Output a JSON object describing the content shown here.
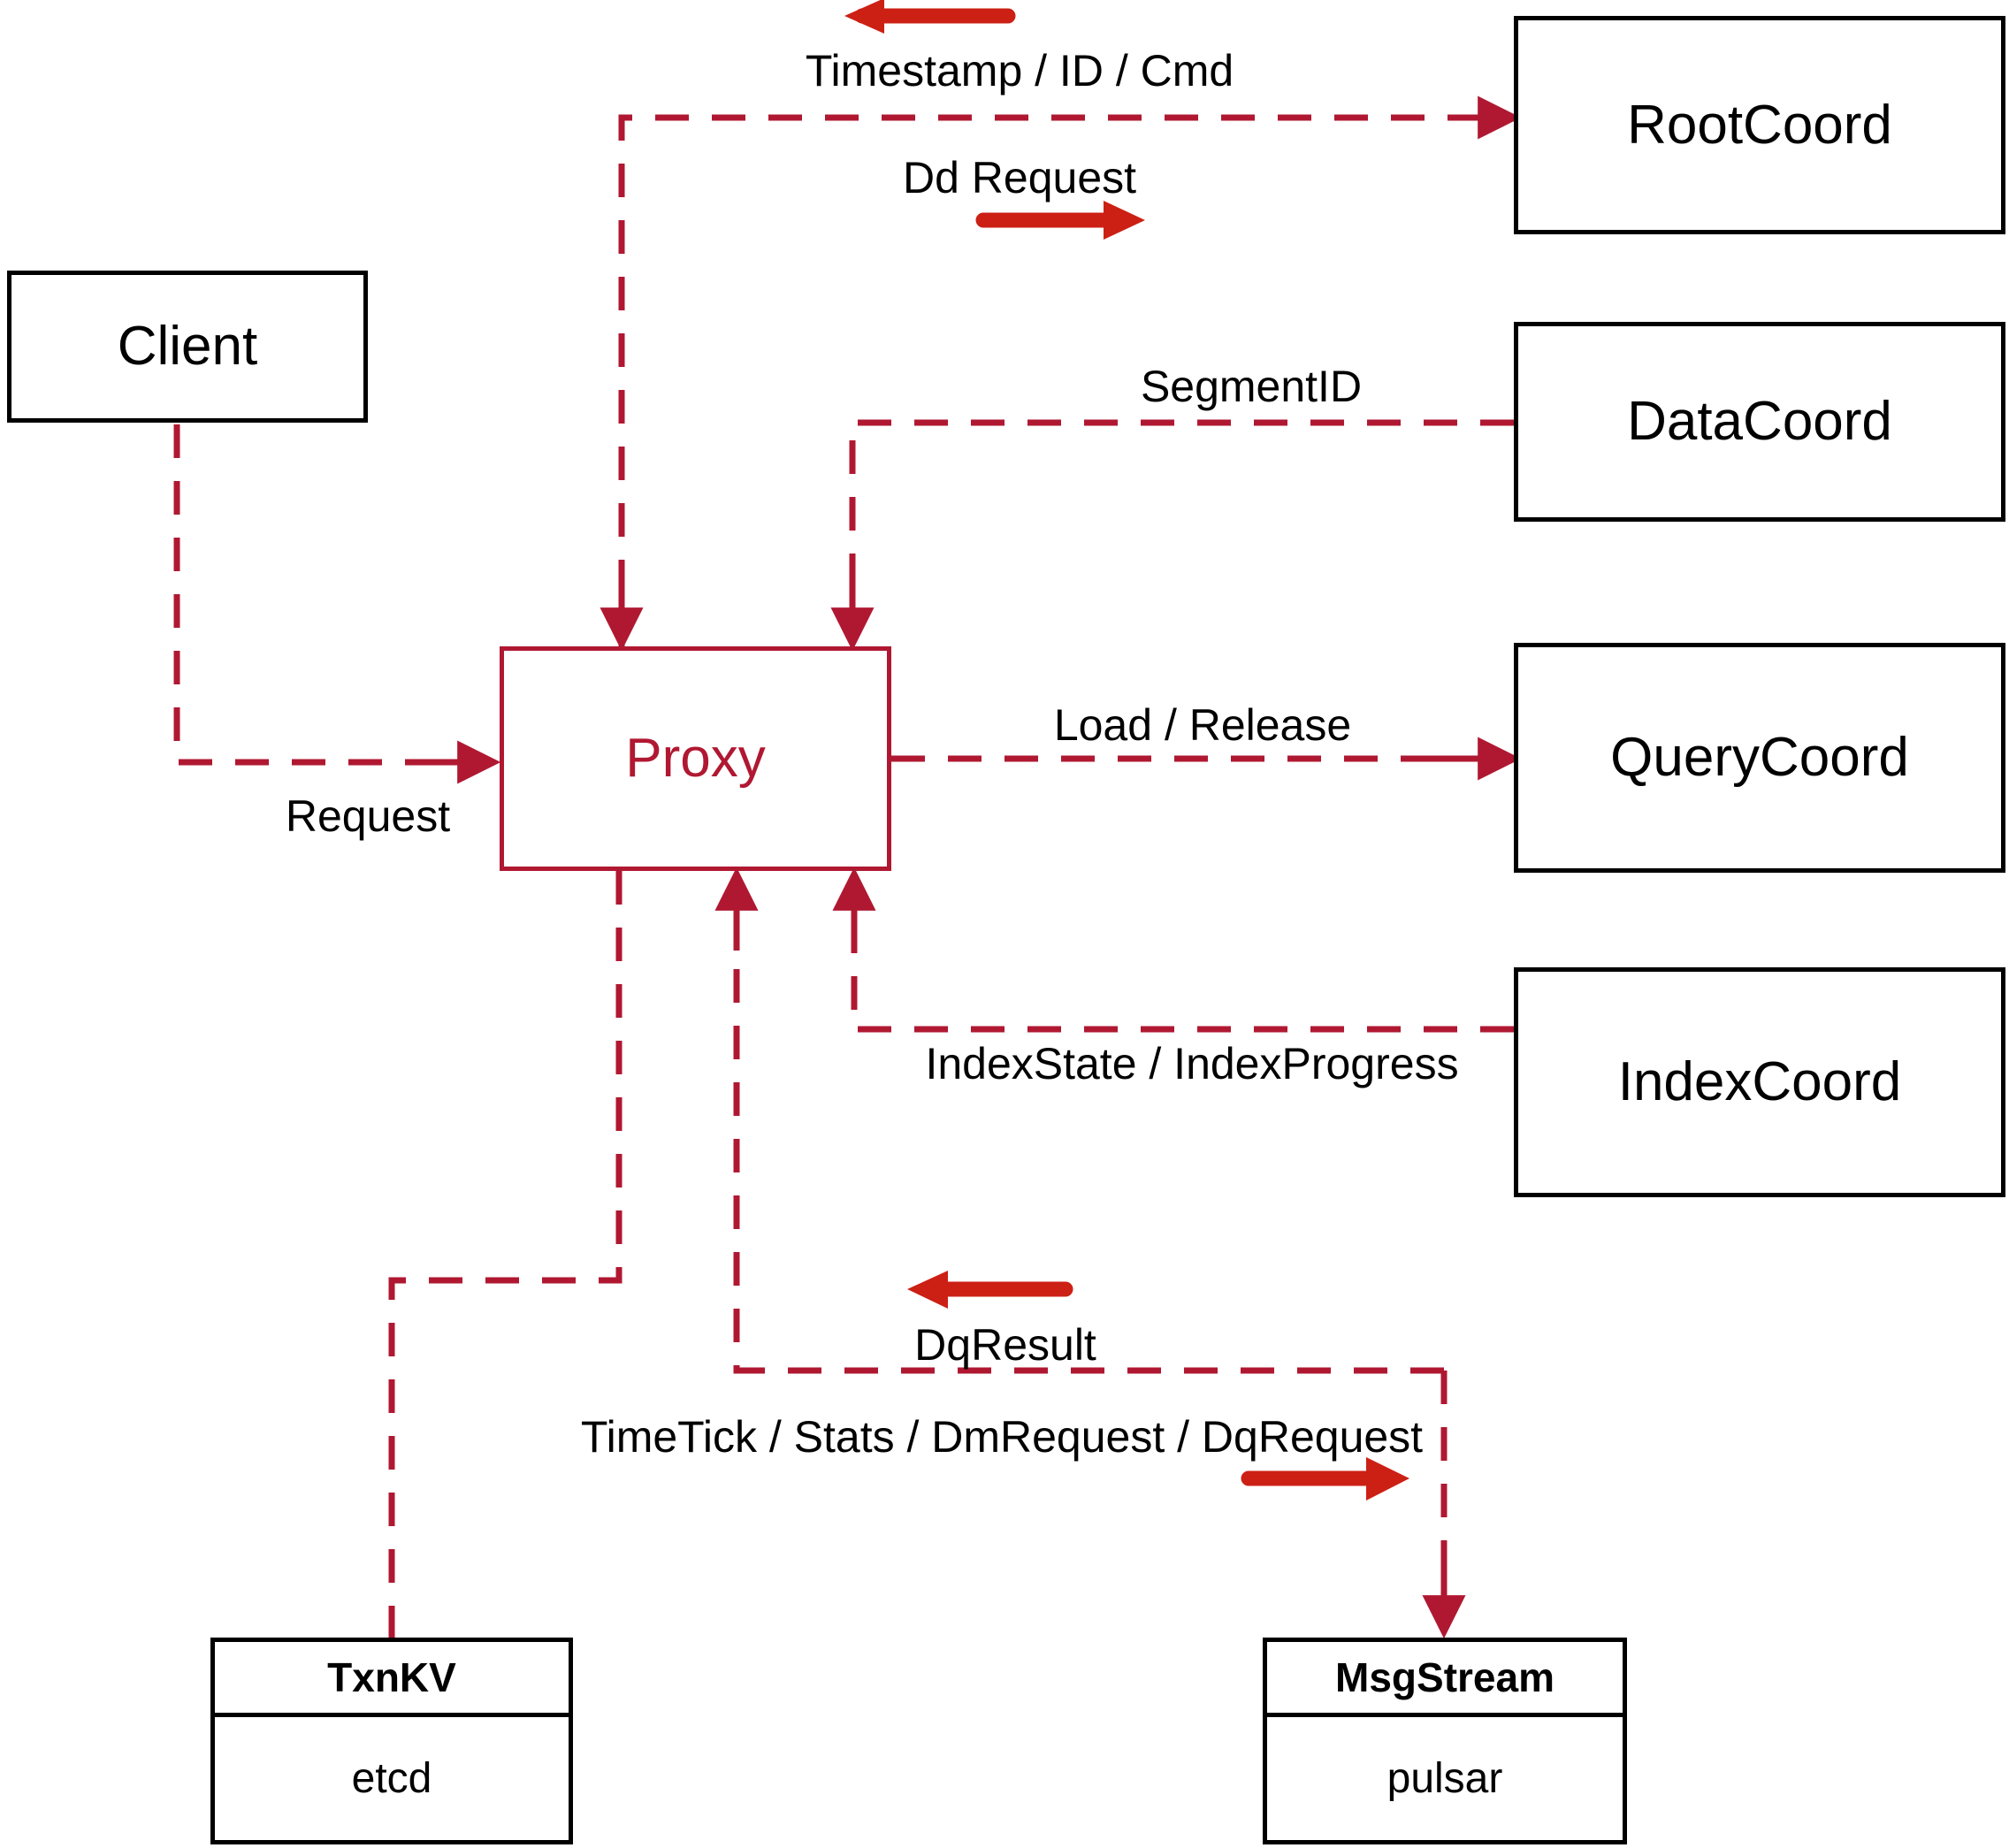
{
  "diagram": {
    "title": "Milvus Proxy interaction diagram",
    "colors": {
      "dashed_line": "#b01832",
      "solid_arrow": "#cc2015",
      "node_border": "#000000",
      "proxy_border": "#b01832",
      "proxy_text": "#b01832",
      "background": "#ffffff"
    }
  },
  "nodes": {
    "client": {
      "label": "Client"
    },
    "proxy": {
      "label": "Proxy"
    },
    "root_coord": {
      "label": "RootCoord"
    },
    "data_coord": {
      "label": "DataCoord"
    },
    "query_coord": {
      "label": "QueryCoord"
    },
    "index_coord": {
      "label": "IndexCoord"
    },
    "txnkv": {
      "header": "TxnKV",
      "body": "etcd"
    },
    "msgstream": {
      "header": "MsgStream",
      "body": "pulsar"
    }
  },
  "edges": {
    "timestamp_id_cmd": {
      "label": "Timestamp / ID / Cmd",
      "direction": "left"
    },
    "dd_request": {
      "label": "Dd Request",
      "direction": "right"
    },
    "segment_id": {
      "label": "SegmentID",
      "direction": "left"
    },
    "request": {
      "label": "Request",
      "direction": "right"
    },
    "load_release": {
      "label": "Load / Release",
      "direction": "right"
    },
    "index_state_progress": {
      "label": "IndexState / IndexProgress",
      "direction": "left"
    },
    "dq_result": {
      "label": "DqResult",
      "direction": "left"
    },
    "timetick_stats_dm_dq": {
      "label": "TimeTick / Stats / DmRequest / DqRequest",
      "direction": "right"
    }
  }
}
